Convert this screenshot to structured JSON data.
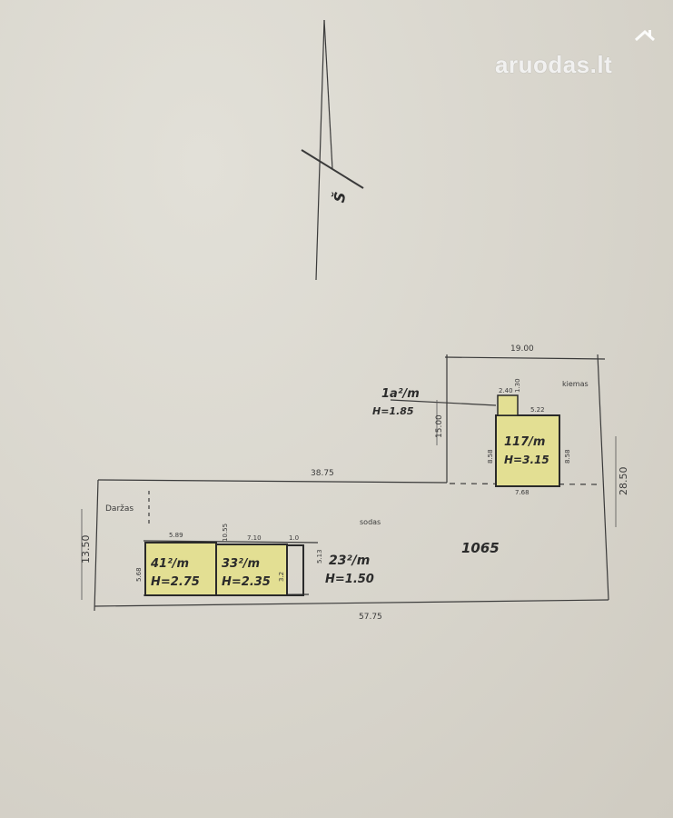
{
  "watermark": {
    "text": "aruodas.lt"
  },
  "north_arrow": {
    "label": "Š"
  },
  "colors": {
    "building_fill": "#e3df93",
    "line": "#3a3a3a",
    "paper": "#d9d6cd"
  },
  "labels": {
    "darzas": "Daržas",
    "sodas": "sodas",
    "kiemas": "kiemas",
    "area_total": "1065"
  },
  "dimensions": {
    "top_right": "19.00",
    "mid_vertical": "15.00",
    "right_vertical": "28.50",
    "mid_horizontal": "38.75",
    "left_vertical": "13.50",
    "bottom": "57.75",
    "b1_width": "5.89",
    "b1_height": "5.68",
    "b1_gap": "10.55",
    "b2_width": "7.10",
    "b2_side": "3.2",
    "b3_height": "5.13",
    "b3_small": "1.0",
    "house_left": "8.58",
    "house_right": "8.58",
    "house_bottom": "7.68",
    "house_top": "5.22",
    "porch_w": "2.40",
    "porch_h": "1.30"
  },
  "buildings": {
    "b1": {
      "area": "41²/m",
      "height": "H=2.75"
    },
    "b2": {
      "area": "33²/m",
      "height": "H=2.35"
    },
    "b3": {
      "area": "23²/m",
      "height": "H=1.50"
    },
    "house": {
      "area": "117/m",
      "height": "H=3.15"
    },
    "porch": {
      "area": "1a²/m",
      "height": "H=1.85"
    }
  }
}
